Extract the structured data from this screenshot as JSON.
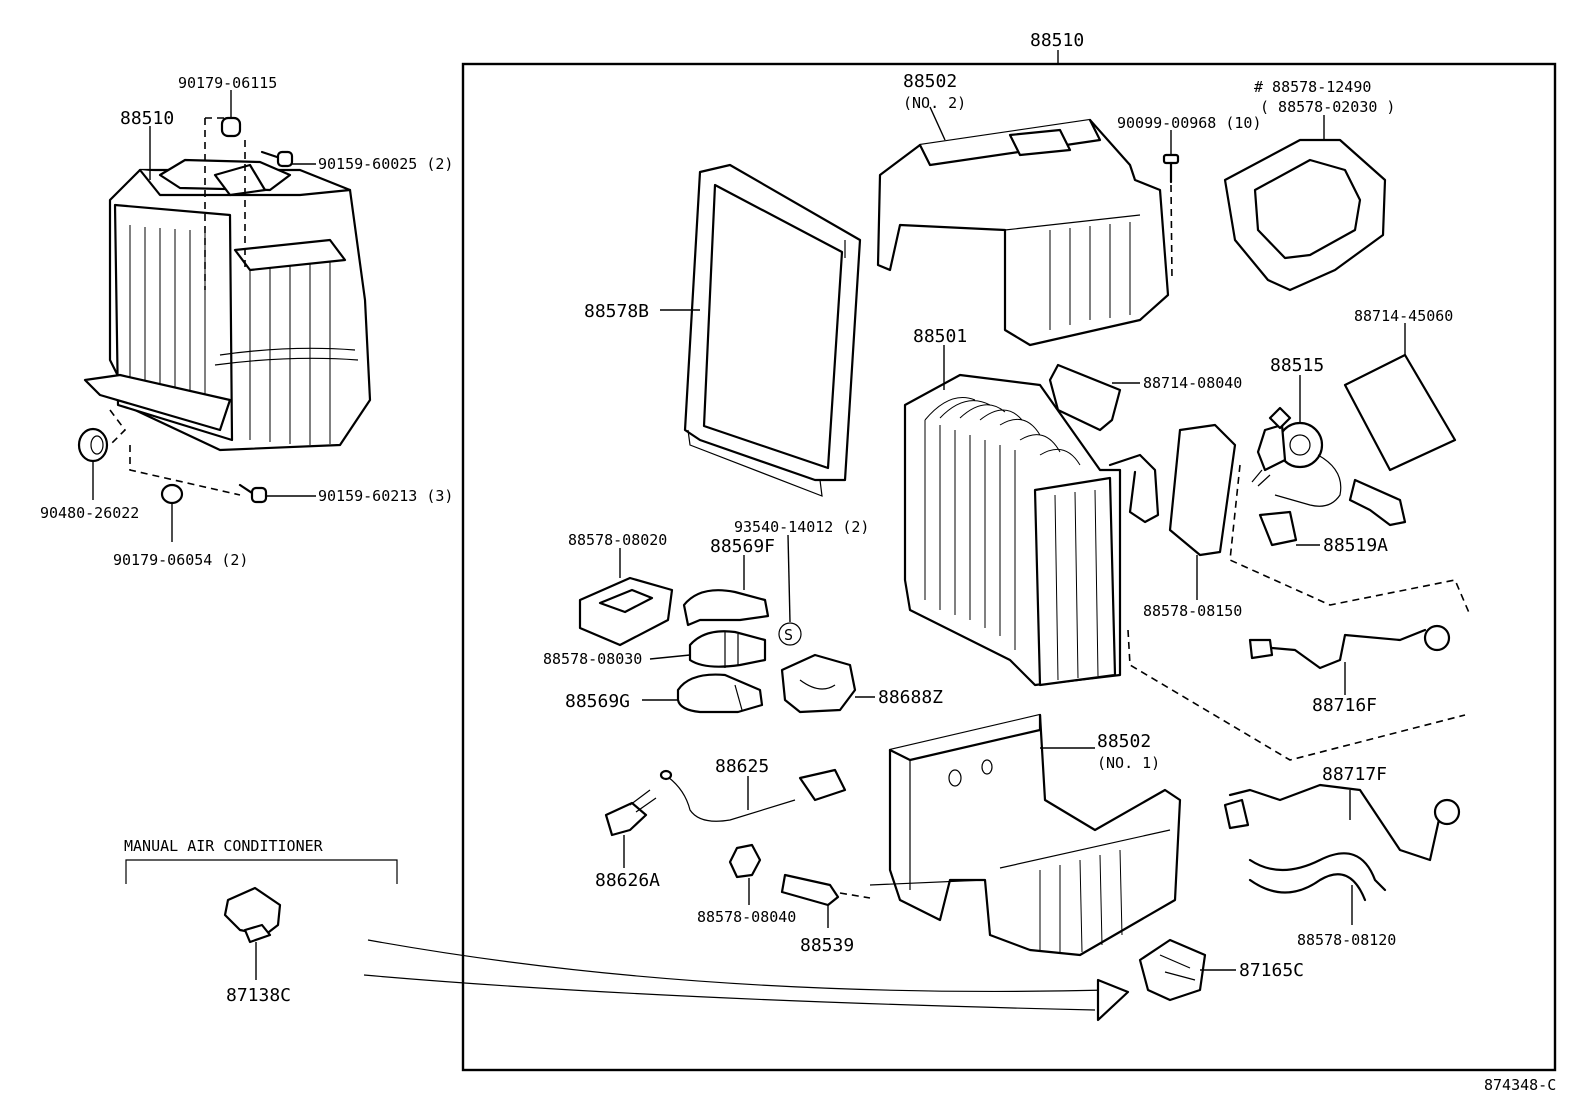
{
  "diagram": {
    "labels": {
      "top_assembly": "88510",
      "left_assembly": "88510",
      "bolt_90179_06115": "90179-06115",
      "screw_90159_60025": "90159-60025 (2)",
      "grommet_90480_26022": "90480-26022",
      "screw_90159_60213": "90159-60213 (3)",
      "plug_90179_06054": "90179-06054 (2)",
      "case_no2": "88502",
      "case_no2_sub": "(NO. 2)",
      "screw_90099_00968": "90099-00968 (10)",
      "seal_88578_12490": "# 88578-12490",
      "seal_88578_02030": "( 88578-02030 )",
      "packing_88578b": "88578B",
      "evaporator_88501": "88501",
      "cushion_88714_08040": "88714-08040",
      "valve_88515": "88515",
      "sheet_88714_45060": "88714-45060",
      "clamp_88519a": "88519A",
      "seal_88578_08150": "88578-08150",
      "seal_88578_08020": "88578-08020",
      "clamp_88569f": "88569F",
      "screw_93540_14012": "93540-14012 (2)",
      "clamp_88578_08030": "88578-08030",
      "clamp_88569g": "88569G",
      "bracket_88688z": "88688Z",
      "case_no1": "88502",
      "case_no1_sub": "(NO. 1)",
      "tube_88716f": "88716F",
      "tube_88717f": "88717F",
      "thermistor_88625": "88625",
      "connector_88626a": "88626A",
      "nut_88578_08040": "88578-08040",
      "pin_88539": "88539",
      "hose_88578_08120": "88578-08120",
      "resistor_87165c": "87165C",
      "section_manual_ac": "MANUAL AIR CONDITIONER",
      "relay_87138c": "87138C",
      "diagram_id": "874348-C"
    },
    "symbols": {
      "standard_part_mark": "S"
    }
  }
}
